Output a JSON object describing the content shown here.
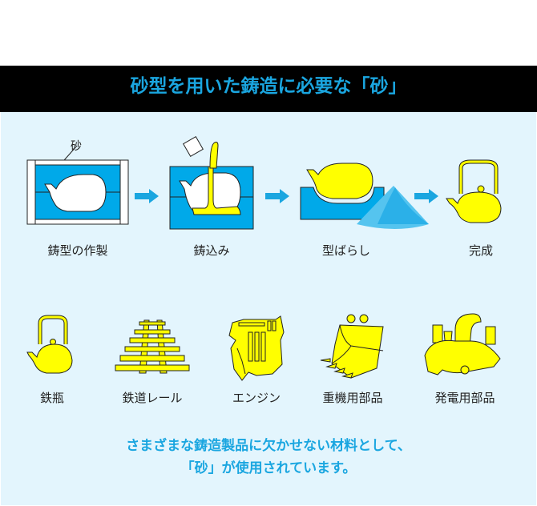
{
  "title": "砂型を用いた鋳造に必要な「砂」",
  "process": {
    "sand_callout": "砂",
    "steps": [
      {
        "label": "鋳型の作製",
        "icon": "sand-mold-icon"
      },
      {
        "label": "鋳込み",
        "icon": "pouring-icon"
      },
      {
        "label": "型ばらし",
        "icon": "shakeout-icon"
      },
      {
        "label": "完成",
        "icon": "finished-kettle-icon"
      }
    ]
  },
  "products": [
    {
      "label": "鉄瓶",
      "icon": "iron-kettle-icon"
    },
    {
      "label": "鉄道レール",
      "icon": "railway-icon"
    },
    {
      "label": "エンジン",
      "icon": "engine-icon"
    },
    {
      "label": "重機用部品",
      "icon": "excavator-bucket-icon"
    },
    {
      "label": "発電用部品",
      "icon": "turbine-part-icon"
    }
  ],
  "message": {
    "line1": "さまざまな鋳造製品に欠かせない材料として、",
    "line2": "「砂」が使用されています。"
  },
  "colors": {
    "accent": "#1aa6e0",
    "sand_blue": "#00a9e9",
    "metal_yellow": "#ffff00",
    "panel_bg": "#e3f5fd"
  }
}
